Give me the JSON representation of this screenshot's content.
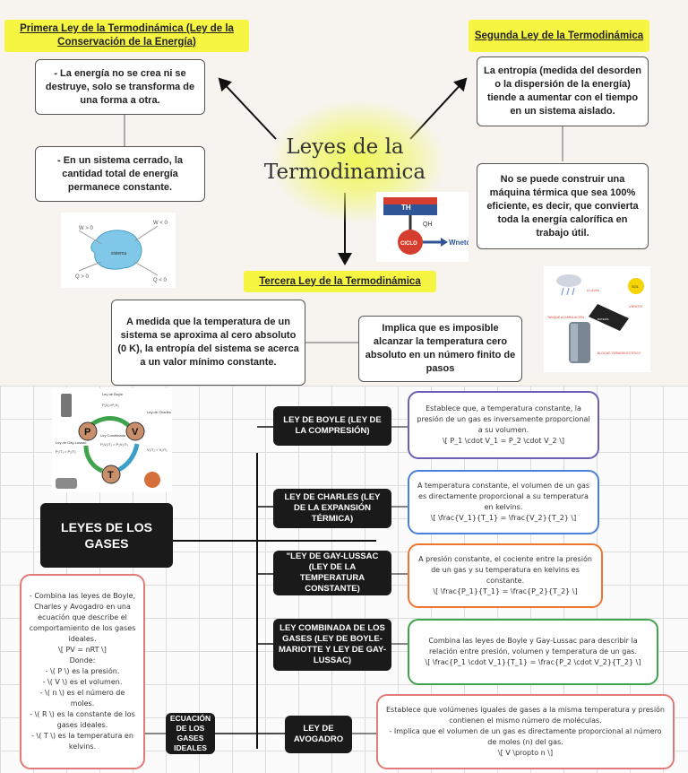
{
  "title": "Leyes de la Termodinamica",
  "first_law": {
    "heading": "Primera Ley de la Termodinámica (Ley de la Conservación de la Energía)",
    "point1": "- La energía no se crea ni se destruye, solo se transforma de una forma a otra.",
    "point2": "- En un sistema cerrado, la cantidad total de energía permanece constante.",
    "image_labels": {
      "w_pos": "W > 0",
      "w_neg": "W < 0",
      "q_pos": "Q > 0",
      "q_neg": "Q < 0",
      "sistema": "sistema"
    }
  },
  "second_law": {
    "heading": "Segunda Ley de la Termodinámica",
    "point1": "La entropía (medida del desorden o la dispersión de la energía) tiende a aumentar con el tiempo en un sistema aislado.",
    "point2": "No se puede construir una máquina térmica que sea 100% eficiente, es decir, que convierta toda la energía calorífica en trabajo útil."
  },
  "third_law": {
    "heading": "Tercera Ley de la Termodinámica",
    "point1": "A medida que la temperatura de un sistema se aproxima al cero absoluto (0 K), la entropía del sistema se acerca a un valor mínimo constante.",
    "point2": "Implica que es imposible alcanzar la temperatura cero absoluto en un número finito de pasos"
  },
  "engine_diagram": {
    "th": "TH",
    "qh": "QH",
    "ciclo": "CICLO",
    "wneto": "Wneto"
  },
  "solar_diagram": {
    "lluvia": "LLUVIA",
    "sol": "SOL",
    "viento": "VIENTO",
    "bateria": "BATERÍA",
    "tanque": "TANQUE ACUMULACIÓN",
    "bloque": "BLOQUE TERMOELÉCTRICO"
  },
  "gas_diagram": {
    "p": "P",
    "v": "V",
    "t": "T",
    "boyle": "Ley de Boyle",
    "boyle_eq": "P₁V₁=P₂V₂",
    "gay": "Ley de Gay-Lussac",
    "gay_eq": "P₁/T₁ = P₂/T₂",
    "charles": "Ley de Charles",
    "charles_eq": "V₁/T₁ = V₂/T₂",
    "combinada": "Ley Combinada",
    "combinada_eq": "P₁V₁/T₁ = P₂V₂/T₂"
  },
  "gases": {
    "main": "LEYES DE LOS GASES",
    "boyle": {
      "label": "LEY DE BOYLE (LEY DE LA COMPRESIÓN)",
      "l1": "Establece que, a temperatura constante, la presión de un gas es inversamente proporcional a su volumen.",
      "l2": "\\[ P_1 \\cdot V_1 = P_2 \\cdot V_2 \\]"
    },
    "charles": {
      "label": "LEY DE CHARLES (LEY DE LA EXPANSIÓN TÉRMICA)",
      "l1": "A temperatura constante, el volumen de un gas es directamente proporcional a su temperatura en kelvins.",
      "l2": "\\[ \\frac{V_1}{T_1} = \\frac{V_2}{T_2} \\]"
    },
    "gay": {
      "label": "\"LEY DE GAY-LUSSAC (LEY DE LA TEMPERATURA CONSTANTE)",
      "l1": "A presión constante, el cociente entre la presión de un gas y su temperatura en kelvins es constante.",
      "l2": "\\[ \\frac{P_1}{T_1} = \\frac{P_2}{T_2} \\]"
    },
    "combinada": {
      "label": "LEY COMBINADA DE LOS GASES (LEY DE BOYLE-MARIOTTE Y LEY DE GAY-LUSSAC)",
      "l1": "Combina las leyes de Boyle y Gay-Lussac para describir la relación entre presión, volumen y temperatura de un gas.",
      "l2": "\\[ \\frac{P_1 \\cdot V_1}{T_1} = \\frac{P_2 \\cdot V_2}{T_2} \\]"
    },
    "avogadro": {
      "label": "LEY DE AVOGADRO",
      "l1": "Establece que volúmenes iguales de gases a la misma temperatura y presión contienen el mismo número de moléculas.",
      "l2": "- Implica que el volumen de un gas es directamente proporcional al número de moles (n) del gas.",
      "l3": "\\[ V \\propto n \\]"
    },
    "ideal": {
      "label": "ECUACIÓN DE LOS GASES IDEALES",
      "lines": [
        "- Combina las leyes de Boyle, Charles y Avogadro en una ecuación que describe el comportamiento de los gases ideales.",
        "\\[ PV = nRT \\]",
        "Donde:",
        "- \\( P \\) es la presión.",
        "- \\( V \\) es el volumen.",
        "- \\( n \\) es el número de moles.",
        "- \\( R \\) es la constante de los gases ideales.",
        "- \\( T \\) es la temperatura en kelvins."
      ]
    }
  },
  "colors": {
    "highlight": "#f5f542",
    "purple": "#6b5fb5",
    "blue": "#4a7fd6",
    "orange": "#f0742e",
    "green": "#3fa34d",
    "red": "#e07b78"
  }
}
